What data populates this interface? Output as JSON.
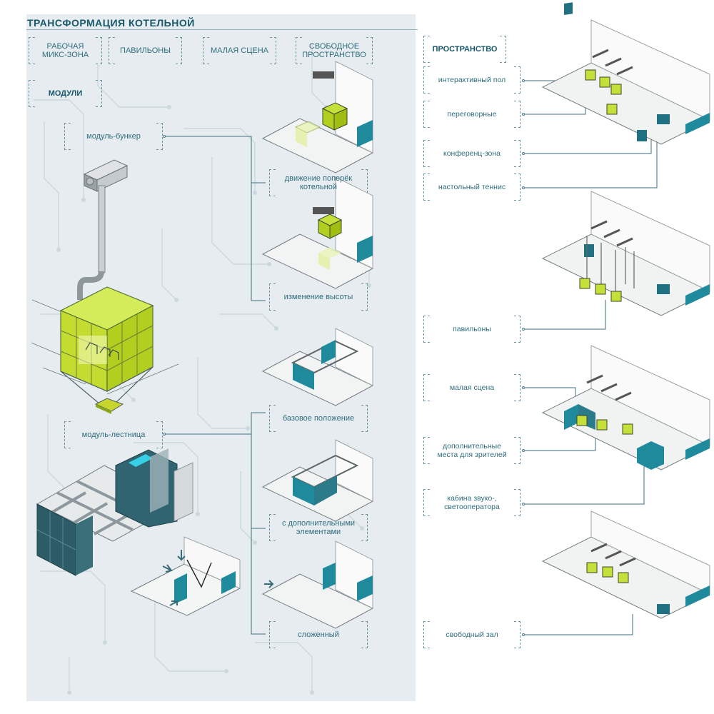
{
  "title": "ТРАНСФОРМАЦИЯ КОТЕЛЬНОЙ",
  "tabs": [
    {
      "label_line1": "РАБОЧАЯ",
      "label_line2": "МИКС-ЗОНА"
    },
    {
      "label_line1": "ПАВИЛЬОНЫ",
      "label_line2": ""
    },
    {
      "label_line1": "МАЛАЯ СЦЕНА",
      "label_line2": ""
    },
    {
      "label_line1": "СВОБОДНОЕ",
      "label_line2": "ПРОСТРАНСТВО"
    }
  ],
  "modules_heading": "МОДУЛИ",
  "space_heading": "ПРОСТРАНСТВО",
  "modules": {
    "bunker": "модуль-бункер",
    "stair": "модуль-лестница"
  },
  "bunker_states": {
    "across_line1": "движение поперёк",
    "across_line2": "котельной",
    "height": "изменение высоты"
  },
  "stair_states": {
    "base": "базовое положение",
    "extra_line1": "с дополнительными",
    "extra_line2": "элементами",
    "folded": "сложенный"
  },
  "space_labels": {
    "floor": "интерактивный пол",
    "meeting": "переговорные",
    "conference": "конференц-зона",
    "tennis": "настольный теннис",
    "pavilions": "павильоны",
    "stage": "малая сцена",
    "seats_line1": "дополнительные",
    "seats_line2": "места для зрителей",
    "booth_line1": "кабина звуко-,",
    "booth_line2": "светооператора",
    "hall": "свободный зал"
  },
  "colors": {
    "accent": "#17586b",
    "teal": "#1f8a9b",
    "module_green": "#c6e03a",
    "panel_bg": "#e6ecef",
    "circuit": "#c9d5da"
  }
}
